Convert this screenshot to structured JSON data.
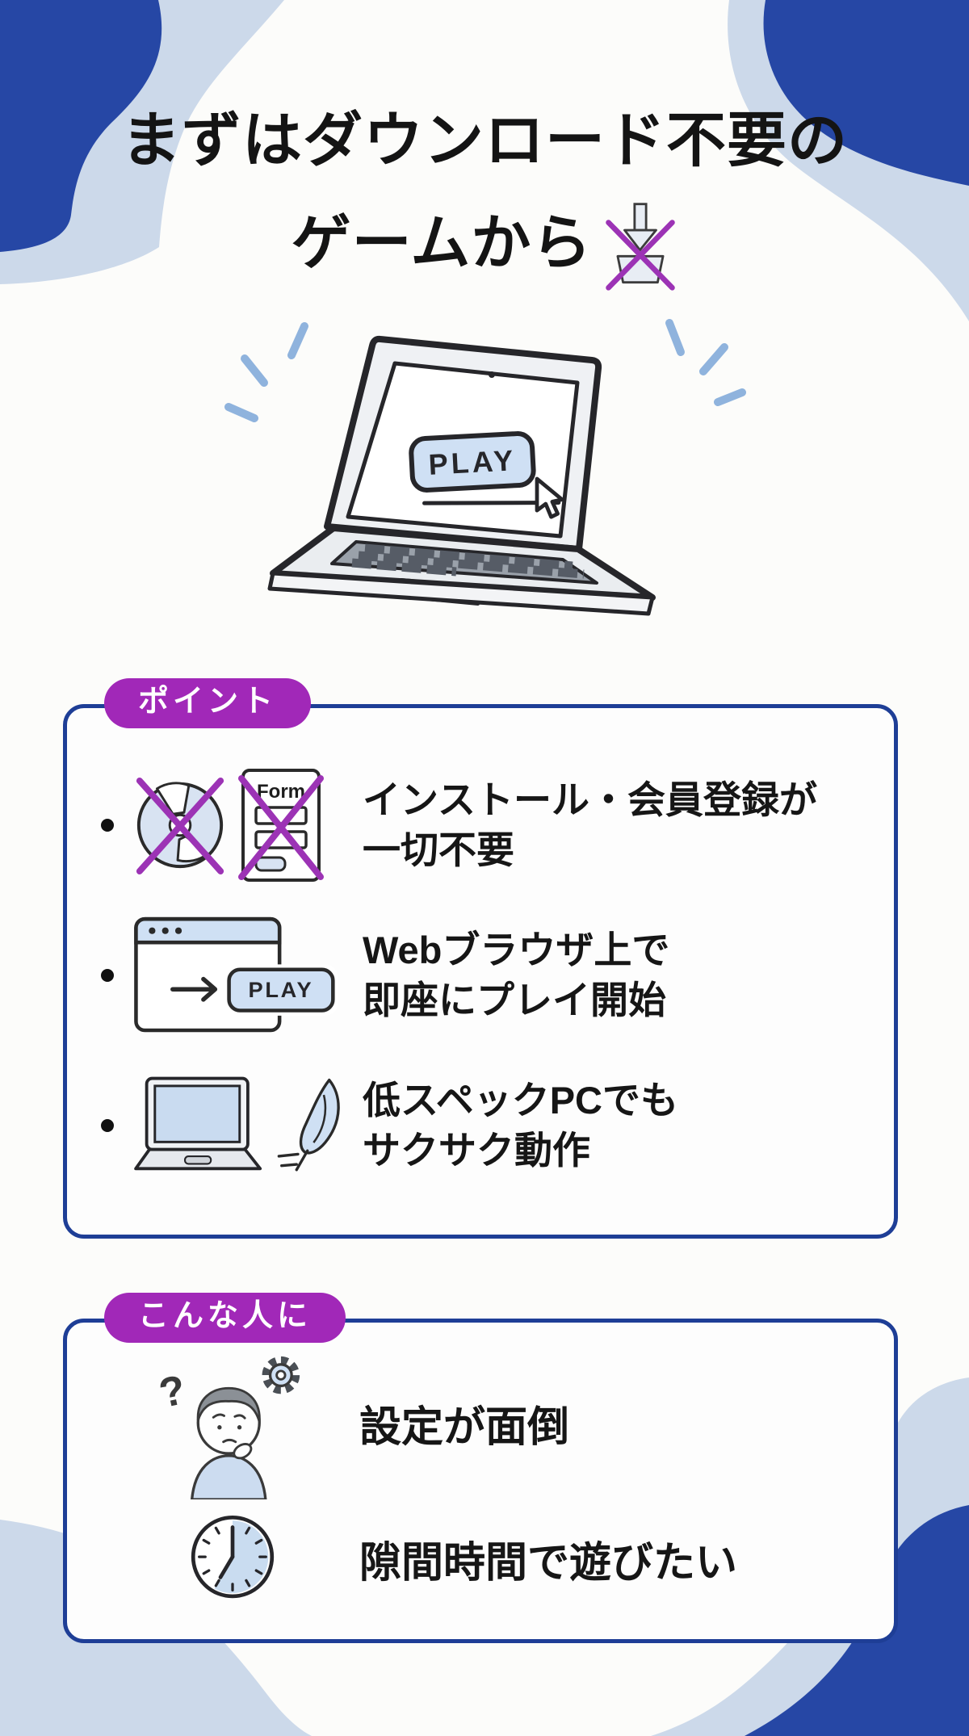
{
  "colors": {
    "accent_blue": "#2647a5",
    "pale_blue": "#ccd9ea",
    "border_navy": "#1e3e96",
    "badge_purple": "#a128b8",
    "cross_purple": "#9c33b5",
    "icon_blue_fill": "#cfe0f4",
    "ink": "#191919"
  },
  "title": {
    "line1": "まずはダウンロード不要の",
    "line2": "ゲームから",
    "icon": "no-download-icon"
  },
  "hero": {
    "icon": "laptop-play-illustration",
    "play_label": "PLAY"
  },
  "points": {
    "badge": "ポイント",
    "items": [
      {
        "icons": [
          "no-cd-icon",
          "no-form-icon"
        ],
        "form_label": "Form",
        "line1": "インストール・会員登録が",
        "line2": "一切不要"
      },
      {
        "icons": [
          "browser-play-icon"
        ],
        "play_label": "PLAY",
        "line1": "Webブラウザ上で",
        "line2": "即座にプレイ開始"
      },
      {
        "icons": [
          "laptop-icon",
          "feather-icon"
        ],
        "line1": "低スペックPCでも",
        "line2": "サクサク動作"
      }
    ]
  },
  "audience": {
    "badge": "こんな人に",
    "items": [
      {
        "icon": "confused-person-icon",
        "label": "設定が面倒"
      },
      {
        "icon": "clock-icon",
        "label": "隙間時間で遊びたい"
      }
    ]
  }
}
